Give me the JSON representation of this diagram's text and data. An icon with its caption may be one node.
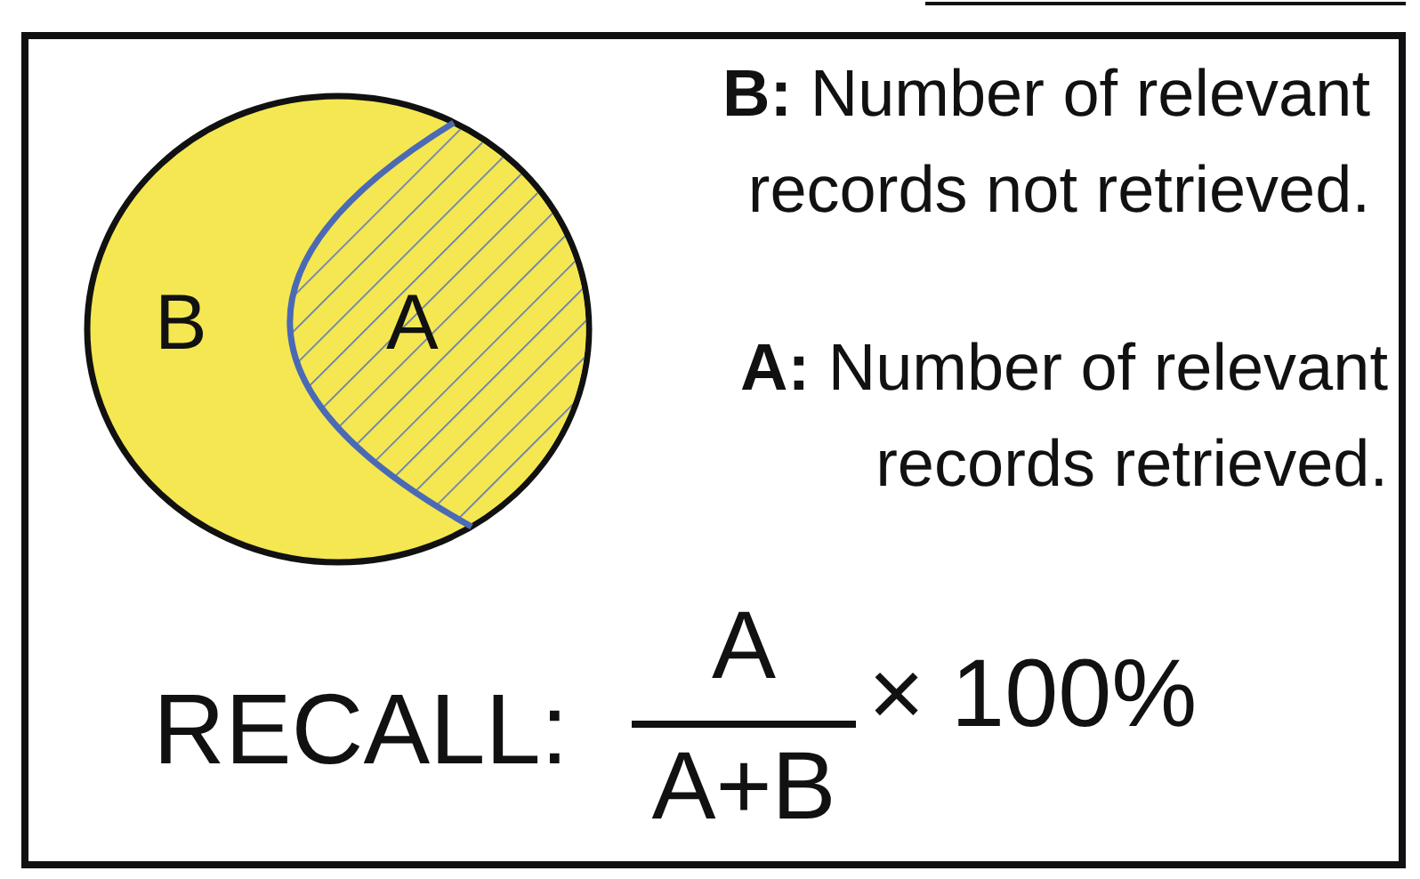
{
  "diagram": {
    "nodes": [
      {
        "text": [
          "B"
        ]
      },
      {
        "text": [
          "A"
        ],
        "in": 0
      }
    ],
    "labels": [
      "**B:** Number of relevant records not retrieved.",
      "**A:** Number of relevant records retrieved.",
      "RECALL:",
      "A",
      "A+B",
      "× 100%"
    ]
  }
}
